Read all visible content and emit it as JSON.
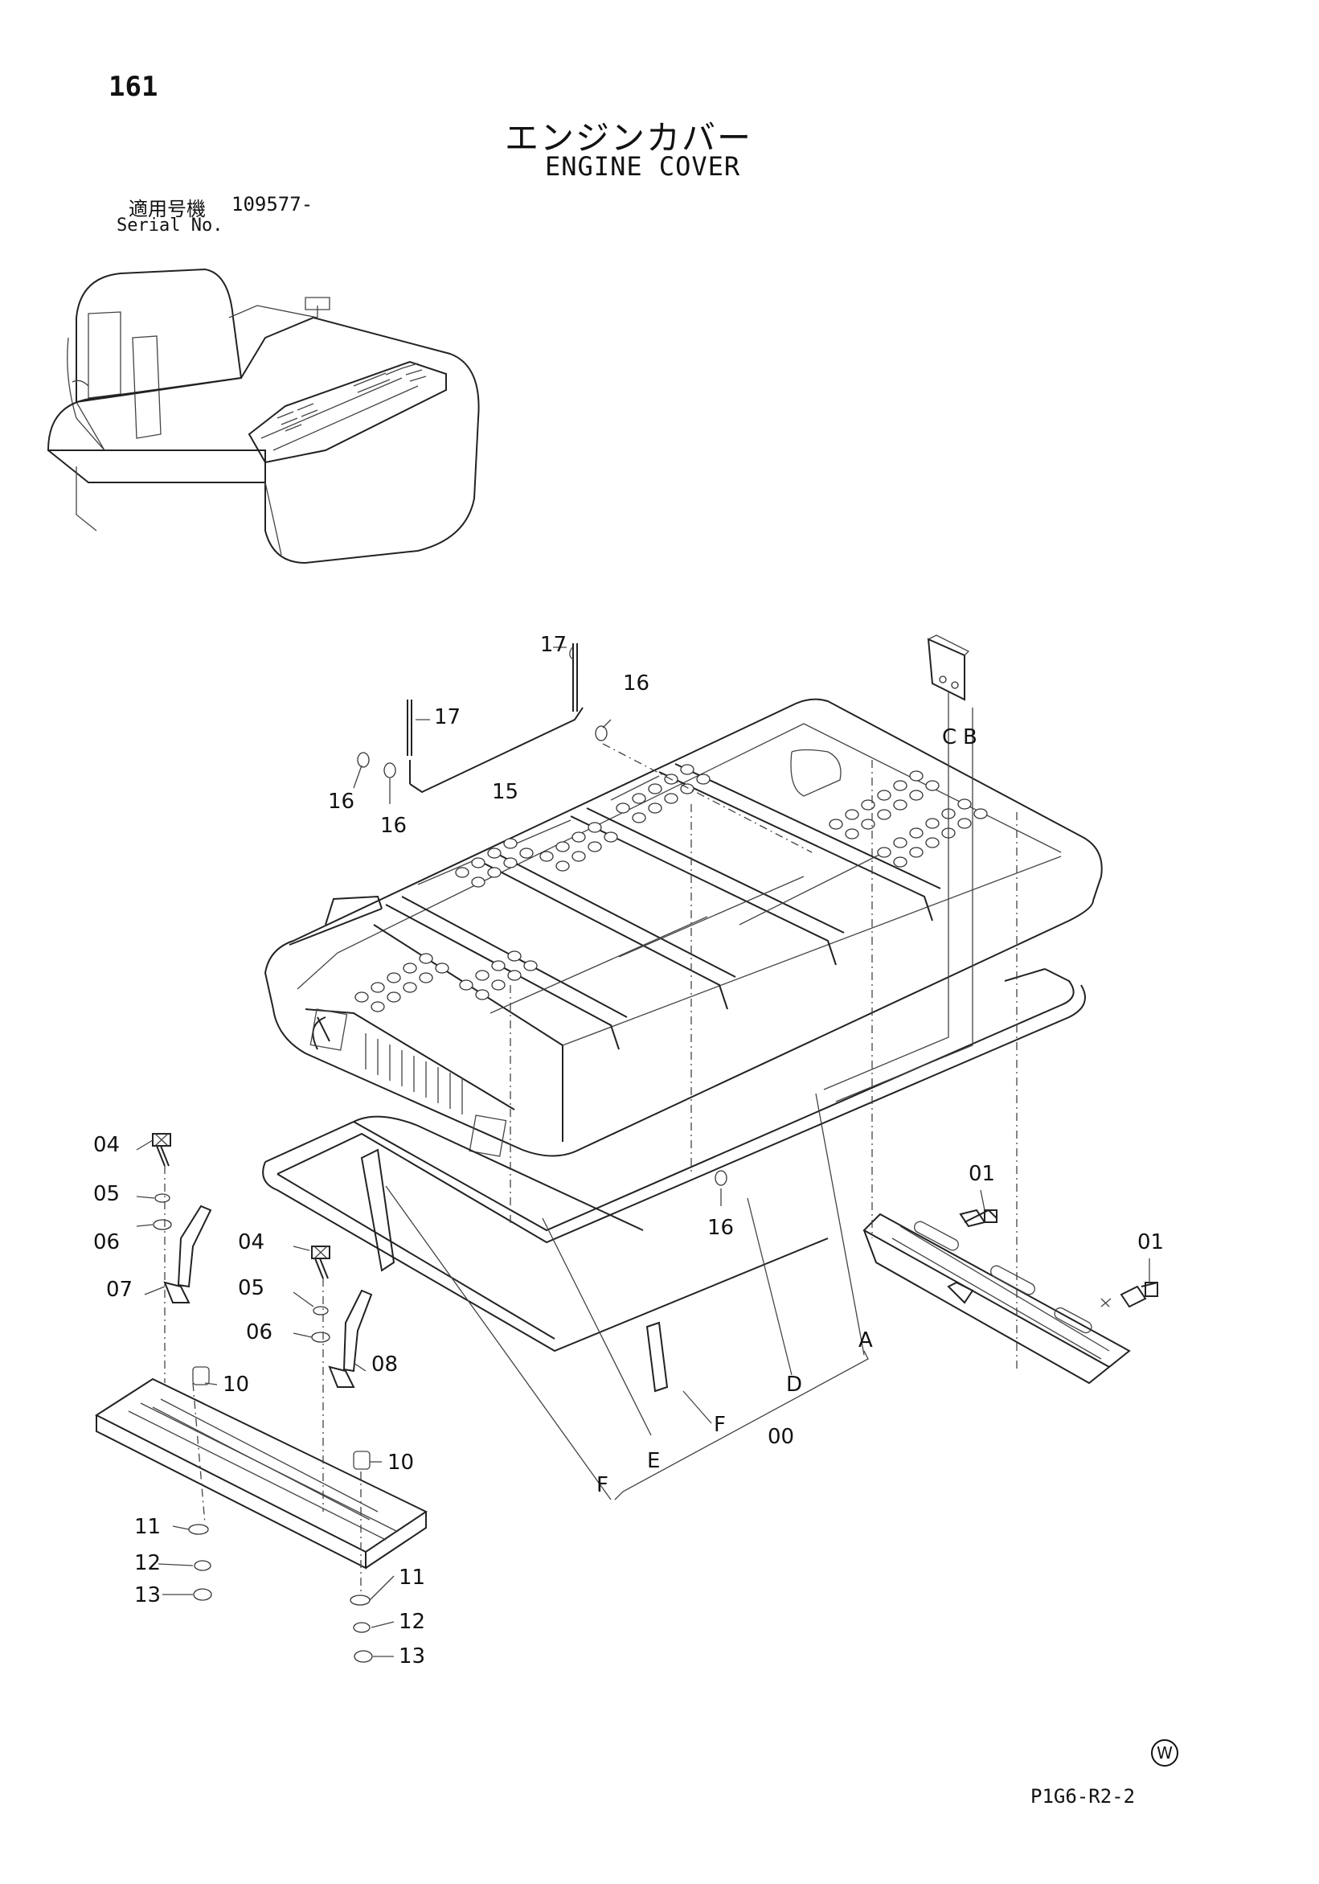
{
  "header": {
    "page_number": "161",
    "title_jp": "エンジンカバー",
    "title_en": "ENGINE COVER",
    "serial_label_jp": "適用号機",
    "serial_value": "109577-",
    "serial_label_en": "Serial No."
  },
  "callouts": {
    "c01a": "01",
    "c01b": "01",
    "c04a": "04",
    "c04b": "04",
    "c05a": "05",
    "c05b": "05",
    "c06a": "06",
    "c06b": "06",
    "c07": "07",
    "c08": "08",
    "c10a": "10",
    "c10b": "10",
    "c11a": "11",
    "c11b": "11",
    "c12a": "12",
    "c12b": "12",
    "c13a": "13",
    "c13b": "13",
    "c15": "15",
    "c16a": "16",
    "c16b": "16",
    "c16c": "16",
    "c16d": "16",
    "c17a": "17",
    "c17b": "17",
    "c00": "00",
    "refA": "A",
    "refB": "B",
    "refC": "C",
    "refD": "D",
    "refE": "E",
    "refF1": "F",
    "refF2": "F"
  },
  "footer": {
    "w_mark": "W",
    "drawing_code": "P1G6-R2-2"
  }
}
